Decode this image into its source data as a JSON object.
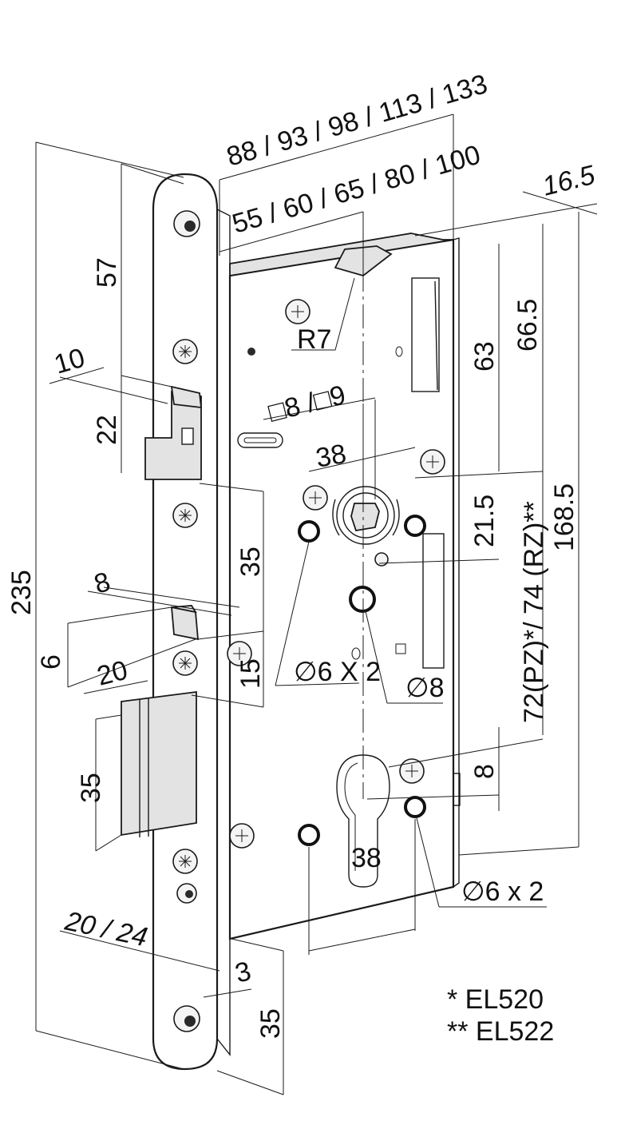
{
  "dimensions": {
    "backset_total": "88 / 93 / 98 / 113 / 133",
    "backset": "55 / 60 / 65 / 80 / 100",
    "faceplate_thickness": "16.5",
    "top_to_latch": "57",
    "latch_projection": "10",
    "latch_height": "22",
    "overall_height": "235",
    "radius": "R7",
    "top_to_follower": "63",
    "top_to_follower_outer": "66.5",
    "follower_sq": "□8 /□9",
    "follower_hole_spacing": "38",
    "follower_offset": "21.5",
    "case_height": "168.5",
    "latch_to_aux": "35",
    "aux_projection": "8",
    "aux_height": "6",
    "aux_to_deadbolt": "15",
    "deadbolt_projection": "20",
    "deadbolt_height": "35",
    "hole_6x2_upper": "∅6 X 2",
    "hole_8": "∅8",
    "pz_rz": "72(PZ)*/ 74 (RZ)**",
    "cylinder_offset": "8",
    "hole_6x2_lower": "∅6 x 2",
    "cylinder_hole_spacing": "38",
    "faceplate_width": "20 / 24",
    "faceplate_step": "3",
    "bottom_dim": "35"
  },
  "legend": {
    "note1": "* EL520",
    "note2": "** EL522"
  }
}
